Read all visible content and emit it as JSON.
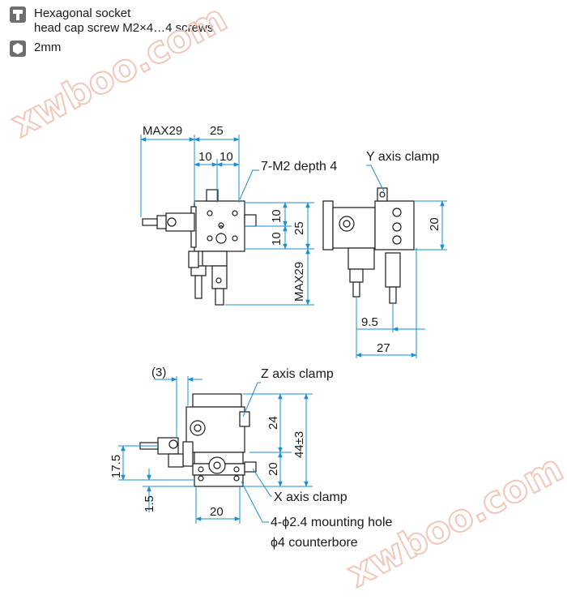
{
  "legend": {
    "screw": {
      "icon": "hex-socket-screw-icon",
      "line1": "Hexagonal socket",
      "line2": "head cap screw M2×4…4 screws"
    },
    "wrench": {
      "icon": "hex-wrench-icon",
      "label": "2mm"
    }
  },
  "top_view": {
    "max29_horizontal": "MAX29",
    "width_25": "25",
    "pitch_10a": "10",
    "pitch_10b": "10",
    "tapped_holes": "7-M2 depth 4",
    "pitch_10c": "10",
    "pitch_10d": "10",
    "height_25": "25",
    "max29_vertical": "MAX29"
  },
  "side_view": {
    "y_axis_clamp": "Y axis clamp",
    "height_20": "20",
    "offset_9_5": "9.5",
    "width_27": "27"
  },
  "front_view": {
    "paren_3": "(3)",
    "z_axis_clamp": "Z axis clamp",
    "height_24": "24",
    "height_44": "44±3",
    "height_20": "20",
    "height_17_5": "17.5",
    "height_1_5": "1.5",
    "width_20": "20",
    "x_axis_clamp": "X axis clamp",
    "mounting_hole": "4-ϕ2.4 mounting hole",
    "counterbore": "ϕ4 counterbore"
  },
  "watermark": {
    "top": "xwboo.com",
    "bottom": "xwboo.com"
  },
  "colors": {
    "dimension_line": "#1a8fd6",
    "outline": "#1a1a1a",
    "watermark": "#f2c6b8"
  }
}
